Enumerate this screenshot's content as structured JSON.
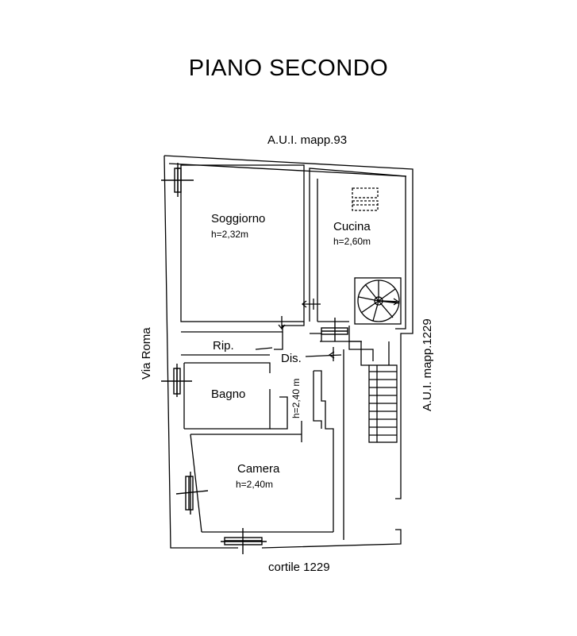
{
  "title": "PIANO SECONDO",
  "boundaries": {
    "top": "A.U.I. mapp.93",
    "left": "Via Roma",
    "right": "A.U.I. mapp.1229",
    "bottom": "cortile 1229"
  },
  "rooms": {
    "soggiorno": {
      "name": "Soggiorno",
      "height": "h=2,32m"
    },
    "cucina": {
      "name": "Cucina",
      "height": "h=2,60m"
    },
    "ripostiglio": {
      "name": "Rip."
    },
    "disimpegno": {
      "name": "Dis."
    },
    "bagno": {
      "name": "Bagno"
    },
    "corridor": {
      "height": "h=2,40 m"
    },
    "camera": {
      "name": "Camera",
      "height": "h=2,40m"
    }
  }
}
